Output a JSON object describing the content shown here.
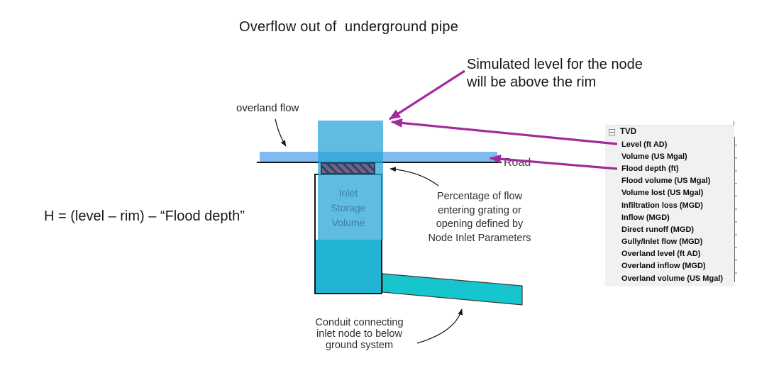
{
  "title": "Overflow out of  underground pipe",
  "annotations": {
    "simulated_level": "Simulated level for the node\nwill be above the rim",
    "overland_flow": "overland flow",
    "formula": "H = (level – rim) – “Flood depth”",
    "percentage_note": "Percentage of flow\nentering grating or\nopening defined by\nNode Inlet Parameters",
    "road": "Road",
    "conduit_note": "Conduit connecting\ninlet node to below\nground system",
    "inlet_storage": "Inlet\nStorage\nVolume"
  },
  "tvd_panel": {
    "header": "TVD",
    "collapse_icon": "minus-box-icon",
    "items": [
      "Level (ft AD)",
      "Volume (US Mgal)",
      "Flood depth (ft)",
      "Flood volume (US Mgal)",
      "Volume lost (US Mgal)",
      "Infiltration loss (MGD)",
      "Inflow (MGD)",
      "Direct runoff (MGD)",
      "Gully/Inlet flow (MGD)",
      "Overland level (ft AD)",
      "Overland inflow (MGD)",
      "Overland volume (US Mgal)"
    ]
  },
  "colors": {
    "overland_bar": "#7ebbf0",
    "overflow_column": "#28a5d7",
    "water_fill": "#22b4d4",
    "conduit": "#17c5ce",
    "grating_purple": "#7b5f83",
    "grating_stripe": "#1b4a6e",
    "arrow_magenta": "#a32a9c",
    "panel_bg": "#f1f1f1",
    "inlet_label_text": "#3f7ea3"
  }
}
